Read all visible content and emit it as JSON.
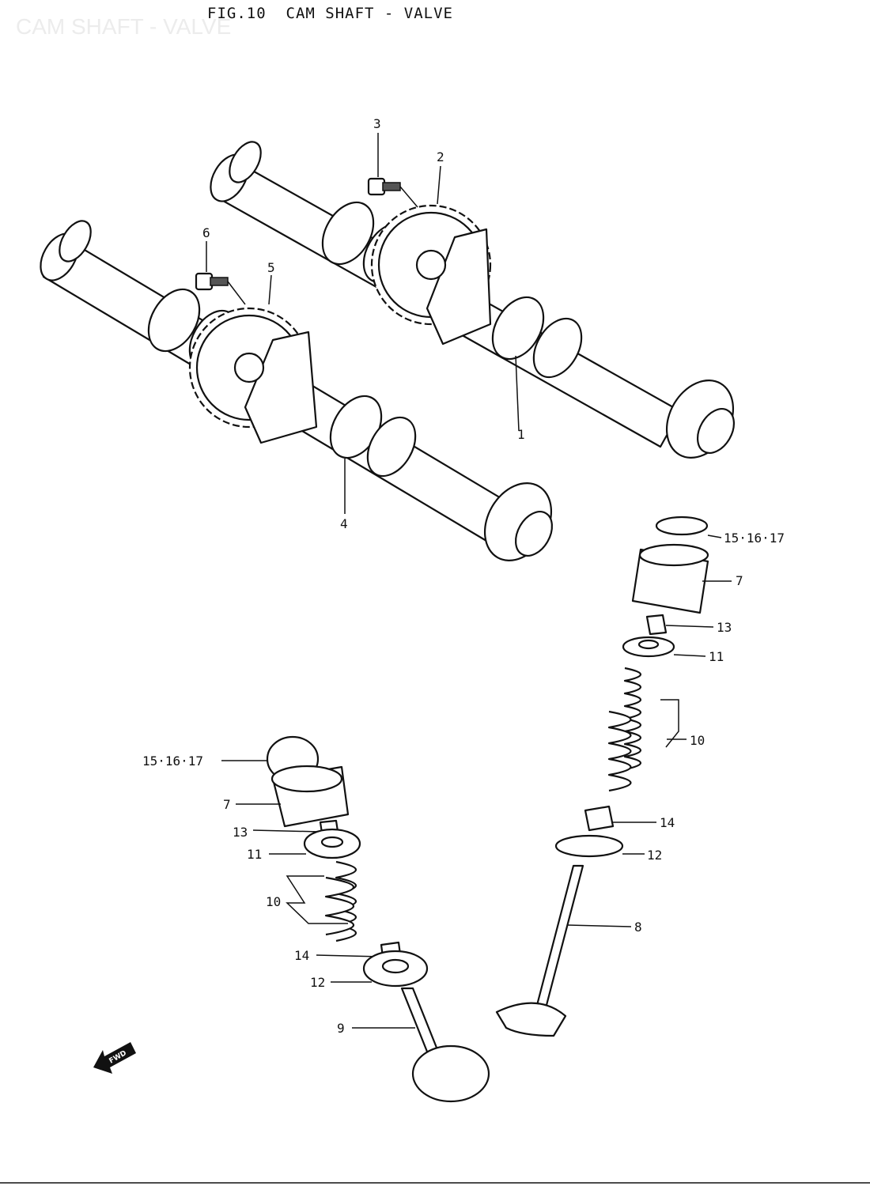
{
  "header": {
    "title": "FIG.10  CAM SHAFT - VALVE",
    "watermark": "CAM SHAFT - VALVE"
  },
  "callouts": {
    "c1": "1",
    "c2": "2",
    "c3": "3",
    "c4": "4",
    "c5": "5",
    "c6": "6",
    "c7_right": "7",
    "c7_left": "7",
    "c8": "8",
    "c9": "9",
    "c10_right": "10",
    "c10_left": "10",
    "c11_right": "11",
    "c11_left": "11",
    "c12_right": "12",
    "c12_left": "12",
    "c13_right": "13",
    "c13_left": "13",
    "c14_right": "14",
    "c14_left": "14",
    "c15_right": "15·16·17",
    "c15_left": "15·16·17"
  },
  "fwd_mark": "FWD"
}
